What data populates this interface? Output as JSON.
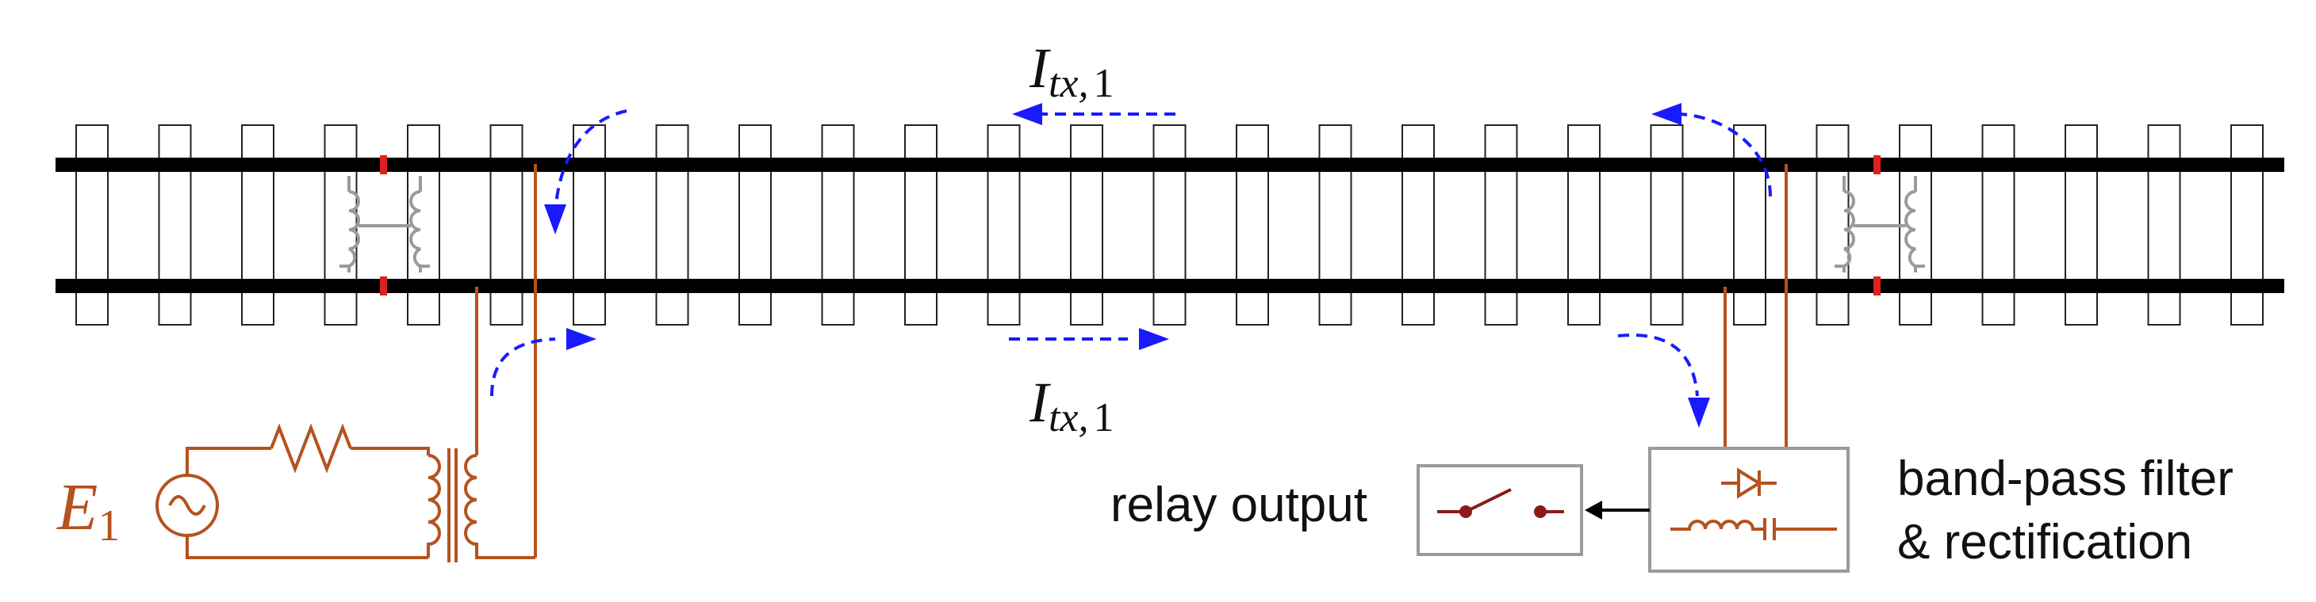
{
  "labels": {
    "current_top": {
      "symbol": "I",
      "subscript": "tx,",
      "subscript_index": "1"
    },
    "current_bottom": {
      "symbol": "I",
      "subscript": "tx,",
      "subscript_index": "1"
    },
    "source": {
      "symbol": "E",
      "subscript": "1"
    },
    "relay_output": "relay output",
    "filter_line1": "band-pass filter",
    "filter_line2": "& rectification"
  },
  "colors": {
    "rail": "#000000",
    "sleeper_stroke": "#222222",
    "circuit": "#b5521e",
    "current_arrow": "#1a1aff",
    "insulated_joint": "#e0201f",
    "bond": "#9a9a9a",
    "box_border": "#9a9a9a",
    "relay": "#8b1a1a"
  },
  "icons": {
    "ac_source": "ac-source-icon",
    "resistor": "resistor-icon",
    "transformer": "transformer-icon",
    "diode": "diode-icon",
    "inductor": "inductor-icon",
    "capacitor": "capacitor-icon",
    "switch": "switch-icon",
    "impedance_bond": "impedance-bond-icon"
  }
}
